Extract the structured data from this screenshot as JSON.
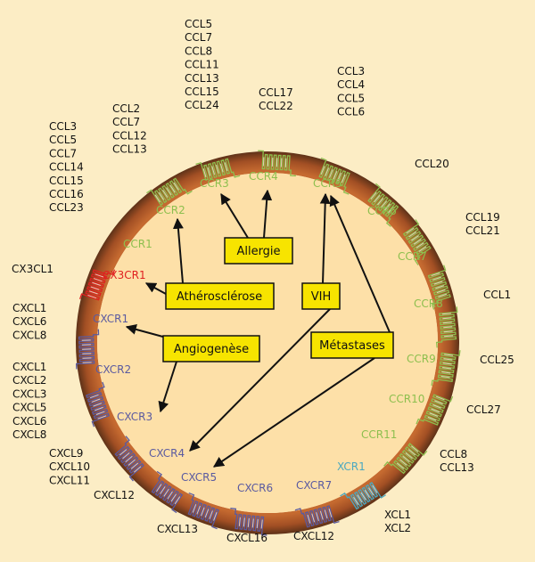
{
  "colors": {
    "background": "#fcedc5",
    "cell_fill": "#fde0a8",
    "ring_outer": "#6a3a1c",
    "ring_inner": "#c56a30",
    "receptor_cc": "#8dbf4e",
    "receptor_cxc": "#5a5aa0",
    "receptor_cx3c": "#e02020",
    "receptor_xc": "#4aa8c0",
    "ligand": "#111111",
    "box_fill": "#f7e400",
    "box_border": "#111111",
    "arrow": "#111111"
  },
  "receptors": [
    {
      "id": "ccr1",
      "label": "CCR1",
      "family": "cc"
    },
    {
      "id": "ccr2",
      "label": "CCR2",
      "family": "cc"
    },
    {
      "id": "ccr3",
      "label": "CCR3",
      "family": "cc"
    },
    {
      "id": "ccr4",
      "label": "CCR4",
      "family": "cc"
    },
    {
      "id": "ccr5",
      "label": "CCR5",
      "family": "cc"
    },
    {
      "id": "ccr6",
      "label": "CCR6",
      "family": "cc"
    },
    {
      "id": "ccr7",
      "label": "CCR7",
      "family": "cc"
    },
    {
      "id": "ccr8",
      "label": "CCR8",
      "family": "cc"
    },
    {
      "id": "ccr9",
      "label": "CCR9",
      "family": "cc"
    },
    {
      "id": "ccr10",
      "label": "CCR10",
      "family": "cc"
    },
    {
      "id": "ccr11",
      "label": "CCR11",
      "family": "cc"
    },
    {
      "id": "xcr1",
      "label": "XCR1",
      "family": "xc"
    },
    {
      "id": "cxcr7",
      "label": "CXCR7",
      "family": "cxc"
    },
    {
      "id": "cxcr6",
      "label": "CXCR6",
      "family": "cxc"
    },
    {
      "id": "cxcr5",
      "label": "CXCR5",
      "family": "cxc"
    },
    {
      "id": "cxcr4",
      "label": "CXCR4",
      "family": "cxc"
    },
    {
      "id": "cxcr3",
      "label": "CXCR3",
      "family": "cxc"
    },
    {
      "id": "cxcr2",
      "label": "CXCR2",
      "family": "cxc"
    },
    {
      "id": "cxcr1",
      "label": "CXCR1",
      "family": "cxc"
    },
    {
      "id": "cx3cr1",
      "label": "CX3CR1",
      "family": "cx3c"
    }
  ],
  "ligands": [
    {
      "id": "ccl5-ccl24",
      "lines": [
        "CCL5",
        "CCL7",
        "CCL8",
        "CCL11",
        "CCL13",
        "CCL15",
        "CCL24"
      ]
    },
    {
      "id": "ccl2-ccl13",
      "lines": [
        "CCL2",
        "CCL7",
        "CCL12",
        "CCL13"
      ]
    },
    {
      "id": "ccl3-ccl23",
      "lines": [
        "CCL3",
        "CCL5",
        "CCL7",
        "CCL14",
        "CCL15",
        "CCL16",
        "CCL23"
      ]
    },
    {
      "id": "ccl17-ccl22",
      "lines": [
        "CCL17",
        "CCL22"
      ]
    },
    {
      "id": "ccl3-ccl6",
      "lines": [
        "CCL3",
        "CCL4",
        "CCL5",
        "CCL6"
      ]
    },
    {
      "id": "ccl20",
      "lines": [
        "CCL20"
      ]
    },
    {
      "id": "ccl19-ccl21",
      "lines": [
        "CCL19",
        "CCL21"
      ]
    },
    {
      "id": "ccl1",
      "lines": [
        "CCL1"
      ]
    },
    {
      "id": "ccl25",
      "lines": [
        "CCL25"
      ]
    },
    {
      "id": "ccl27",
      "lines": [
        "CCL27"
      ]
    },
    {
      "id": "ccl8-ccl13",
      "lines": [
        "CCL8",
        "CCL13"
      ]
    },
    {
      "id": "xcl1-xcl2",
      "lines": [
        "XCL1",
        "XCL2"
      ]
    },
    {
      "id": "cxcl12-b",
      "lines": [
        "CXCL12"
      ]
    },
    {
      "id": "cxcl16",
      "lines": [
        "CXCL16"
      ]
    },
    {
      "id": "cxcl13",
      "lines": [
        "CXCL13"
      ]
    },
    {
      "id": "cxcl12-a",
      "lines": [
        "CXCL12"
      ]
    },
    {
      "id": "cxcl9-cxcl11",
      "lines": [
        "CXCL9",
        "CXCL10",
        "CXCL11"
      ]
    },
    {
      "id": "cxcl1-cxcl8",
      "lines": [
        "CXCL1",
        "CXCL2",
        "CXCL3",
        "CXCL5",
        "CXCL6",
        "CXCL8"
      ]
    },
    {
      "id": "cxcl1-6-8",
      "lines": [
        "CXCL1",
        "CXCL6",
        "CXCL8"
      ]
    },
    {
      "id": "cx3cl1",
      "lines": [
        "CX3CL1"
      ]
    }
  ],
  "diseases": [
    {
      "id": "allergie",
      "label": "Allergie"
    },
    {
      "id": "atherosclerose",
      "label": "Athérosclérose"
    },
    {
      "id": "vih",
      "label": "VIH"
    },
    {
      "id": "angiogenese",
      "label": "Angiogenèse"
    },
    {
      "id": "metastases",
      "label": "Métastases"
    }
  ],
  "links": [
    {
      "from": "allergie",
      "to": "ccr3"
    },
    {
      "from": "allergie",
      "to": "ccr4"
    },
    {
      "from": "atherosclerose",
      "to": "ccr2"
    },
    {
      "from": "atherosclerose",
      "to": "cx3cr1"
    },
    {
      "from": "vih",
      "to": "ccr5"
    },
    {
      "from": "vih",
      "to": "cxcr4"
    },
    {
      "from": "angiogenese",
      "to": "cxcr1"
    },
    {
      "from": "angiogenese",
      "to": "cxcr3"
    },
    {
      "from": "metastases",
      "to": "ccr5"
    },
    {
      "from": "metastases",
      "to": "cxcr5"
    }
  ]
}
